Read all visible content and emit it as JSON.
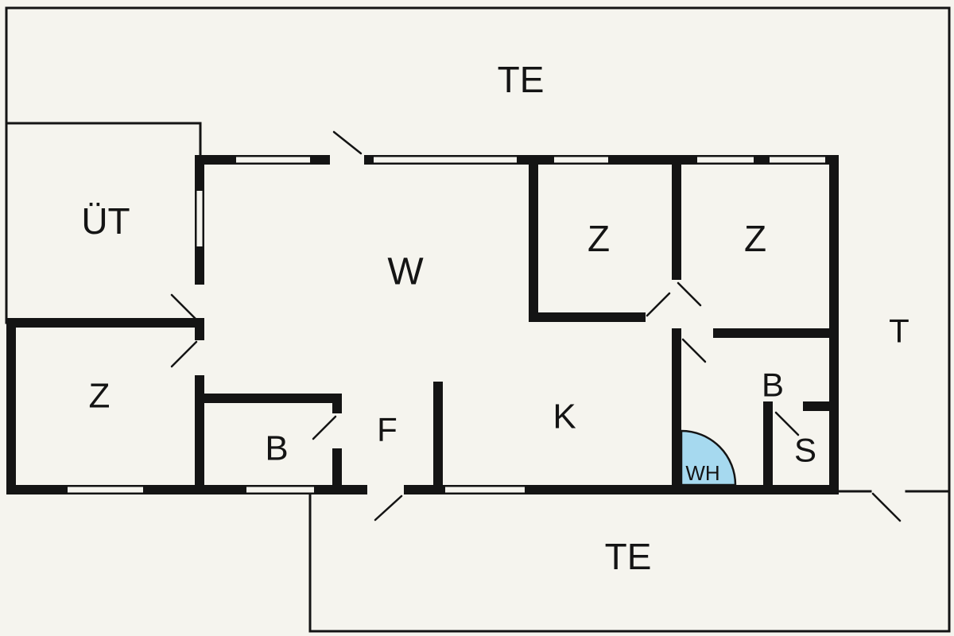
{
  "colors": {
    "background": "#f5f4ee",
    "wall": "#141414",
    "water_heater": "#a6d9ef"
  },
  "rooms": {
    "terrace_top": {
      "label": "TE"
    },
    "covered_terrace": {
      "label": "ÜT"
    },
    "living_room": {
      "label": "W"
    },
    "bedroom_right_1": {
      "label": "Z"
    },
    "bedroom_right_2": {
      "label": "Z"
    },
    "bedroom_left": {
      "label": "Z"
    },
    "bathroom_left": {
      "label": "B"
    },
    "hall": {
      "label": "F"
    },
    "kitchen": {
      "label": "K"
    },
    "bathroom_right": {
      "label": "B"
    },
    "sauna": {
      "label": "S"
    },
    "water_heater": {
      "label": "WH"
    },
    "terrace_right": {
      "label": "T"
    },
    "terrace_bottom": {
      "label": "TE"
    }
  }
}
